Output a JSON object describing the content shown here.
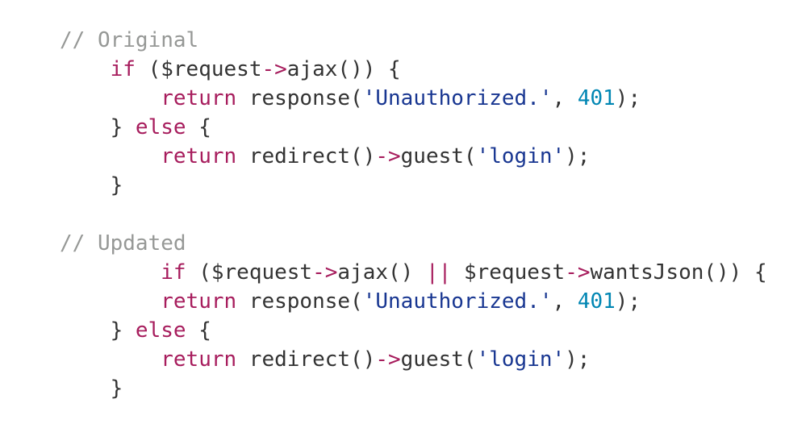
{
  "colors": {
    "comment": "#969896",
    "keyword": "#a71d5d",
    "string": "#183691",
    "number": "#0086b3",
    "plain": "#333333"
  },
  "code_lines": [
    [
      [
        "comment",
        "// Original"
      ]
    ],
    [
      [
        "plain",
        "    "
      ],
      [
        "keyword",
        "if"
      ],
      [
        "plain",
        " ($request"
      ],
      [
        "keyword",
        "->"
      ],
      [
        "plain",
        "ajax()) {"
      ]
    ],
    [
      [
        "plain",
        "        "
      ],
      [
        "keyword",
        "return"
      ],
      [
        "plain",
        " response("
      ],
      [
        "string",
        "'Unauthorized.'"
      ],
      [
        "plain",
        ", "
      ],
      [
        "number",
        "401"
      ],
      [
        "plain",
        ");"
      ]
    ],
    [
      [
        "plain",
        "    } "
      ],
      [
        "keyword",
        "else"
      ],
      [
        "plain",
        " {"
      ]
    ],
    [
      [
        "plain",
        "        "
      ],
      [
        "keyword",
        "return"
      ],
      [
        "plain",
        " redirect()"
      ],
      [
        "keyword",
        "->"
      ],
      [
        "plain",
        "guest("
      ],
      [
        "string",
        "'login'"
      ],
      [
        "plain",
        ");"
      ]
    ],
    [
      [
        "plain",
        "    }"
      ]
    ],
    [],
    [
      [
        "comment",
        "// Updated"
      ]
    ],
    [
      [
        "plain",
        "        "
      ],
      [
        "keyword",
        "if"
      ],
      [
        "plain",
        " ($request"
      ],
      [
        "keyword",
        "->"
      ],
      [
        "plain",
        "ajax() "
      ],
      [
        "keyword",
        "||"
      ],
      [
        "plain",
        " $request"
      ],
      [
        "keyword",
        "->"
      ],
      [
        "plain",
        "wantsJson()) {"
      ]
    ],
    [
      [
        "plain",
        "        "
      ],
      [
        "keyword",
        "return"
      ],
      [
        "plain",
        " response("
      ],
      [
        "string",
        "'Unauthorized.'"
      ],
      [
        "plain",
        ", "
      ],
      [
        "number",
        "401"
      ],
      [
        "plain",
        ");"
      ]
    ],
    [
      [
        "plain",
        "    } "
      ],
      [
        "keyword",
        "else"
      ],
      [
        "plain",
        " {"
      ]
    ],
    [
      [
        "plain",
        "        "
      ],
      [
        "keyword",
        "return"
      ],
      [
        "plain",
        " redirect()"
      ],
      [
        "keyword",
        "->"
      ],
      [
        "plain",
        "guest("
      ],
      [
        "string",
        "'login'"
      ],
      [
        "plain",
        ");"
      ]
    ],
    [
      [
        "plain",
        "    }"
      ]
    ]
  ]
}
